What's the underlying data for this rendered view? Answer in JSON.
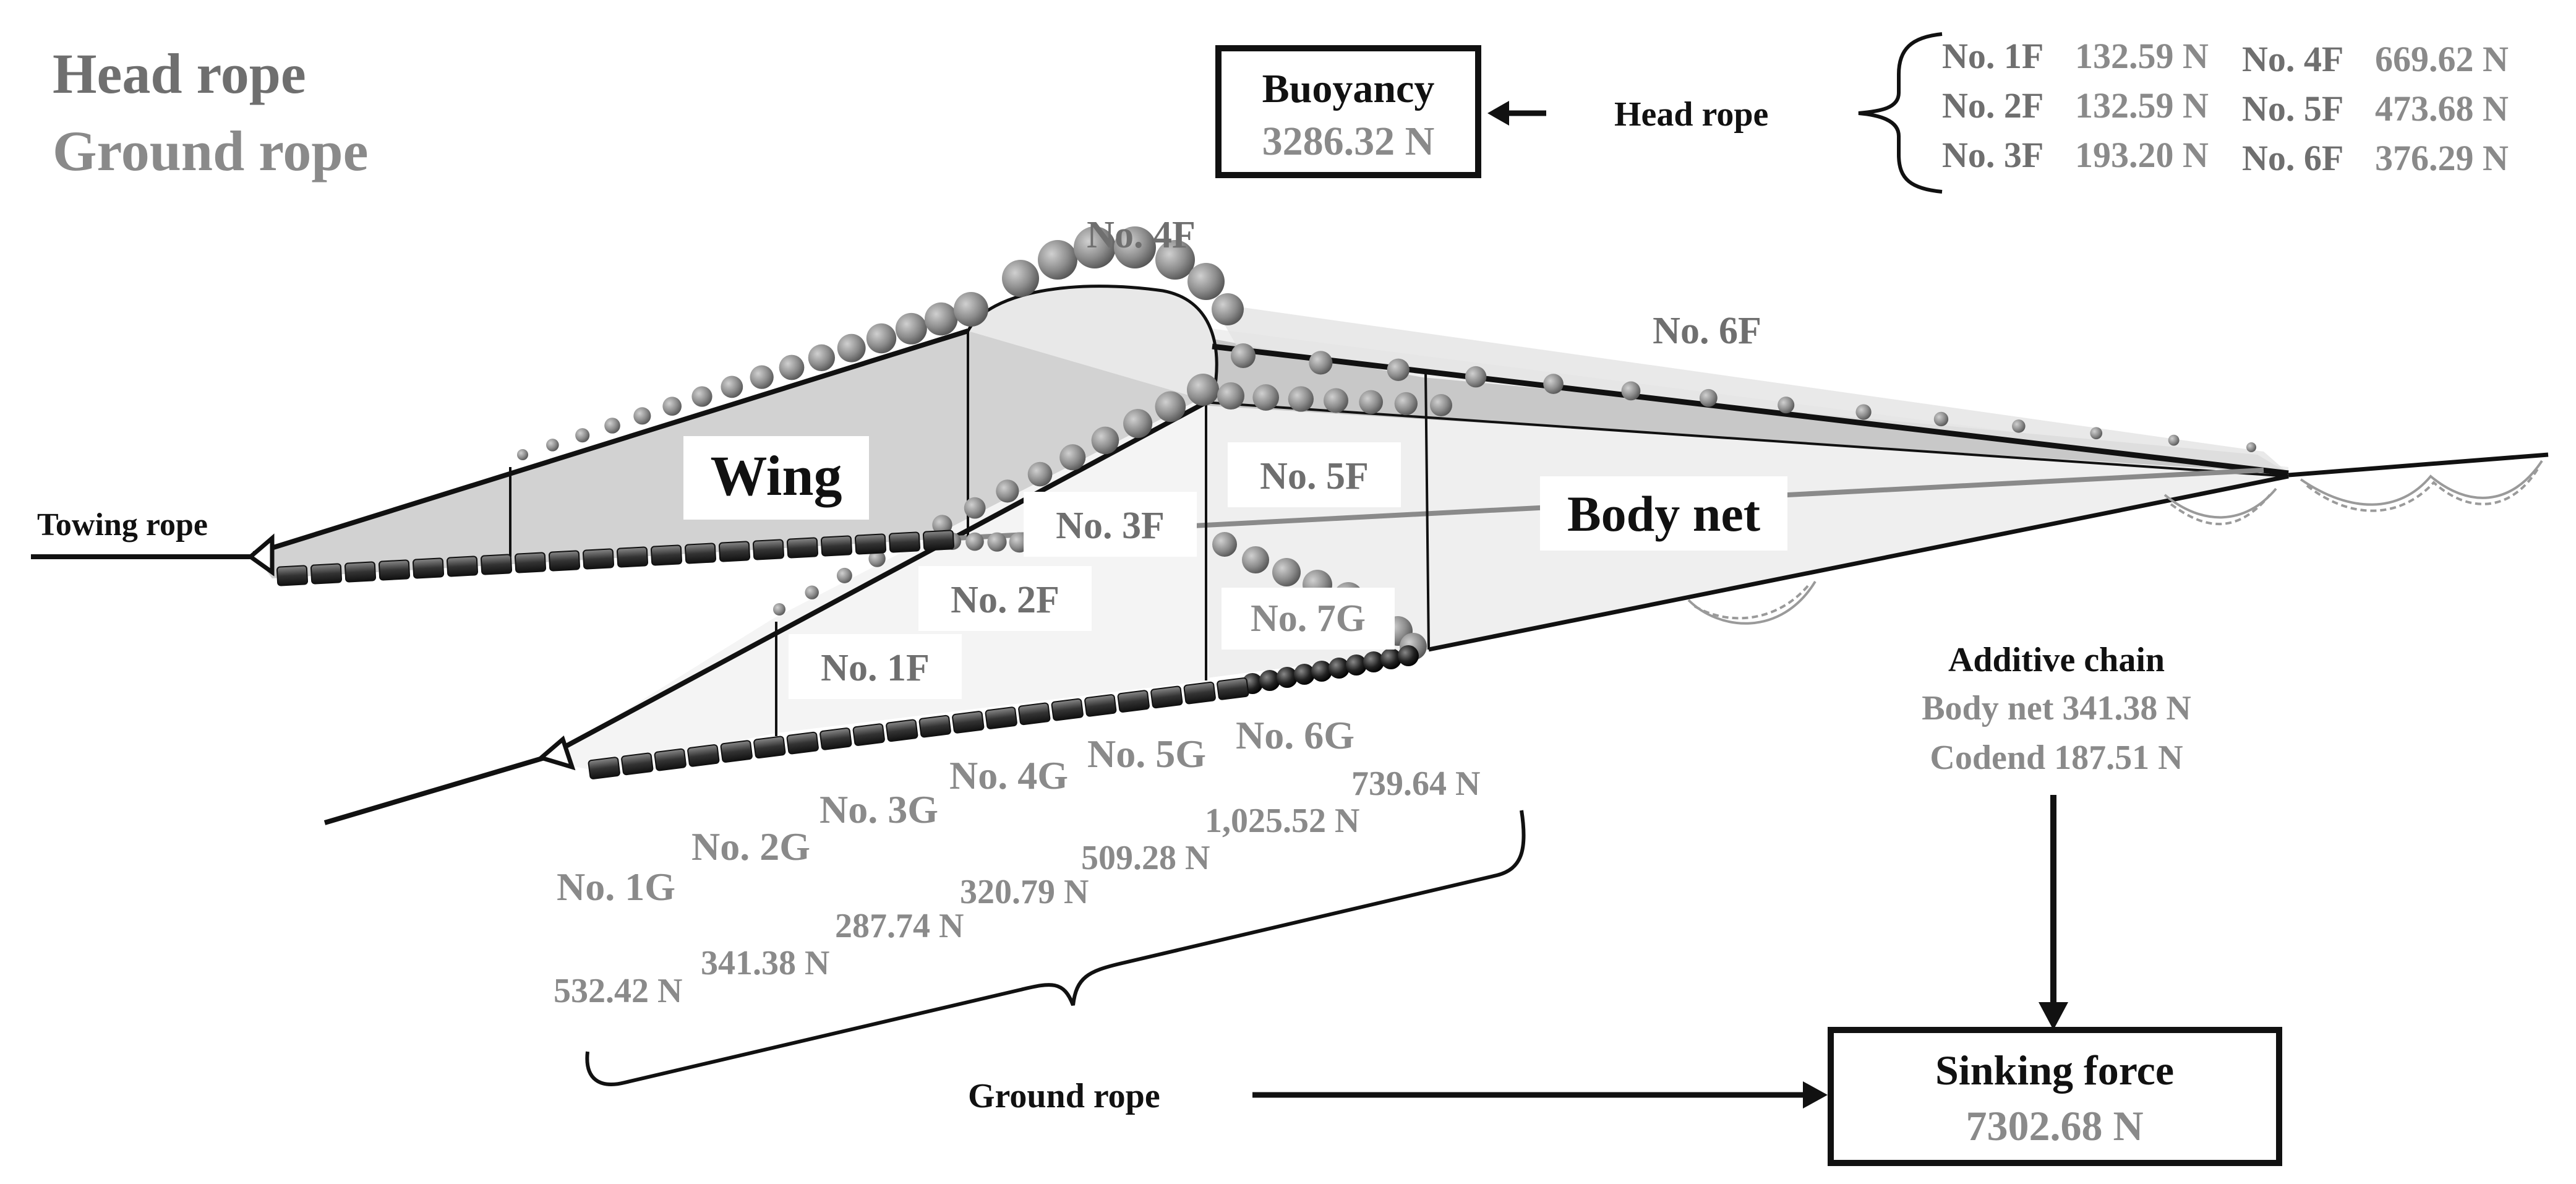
{
  "legend": {
    "head_rope": "Head rope",
    "ground_rope": "Ground rope"
  },
  "buoyancy": {
    "label": "Buoyancy",
    "value": "3286.32 N"
  },
  "head_rope_label": "Head rope",
  "floats": [
    {
      "id": "No. 1F",
      "value": "132.59 N"
    },
    {
      "id": "No. 2F",
      "value": "132.59 N"
    },
    {
      "id": "No. 3F",
      "value": "193.20 N"
    },
    {
      "id": "No. 4F",
      "value": "669.62 N"
    },
    {
      "id": "No. 5F",
      "value": "473.68 N"
    },
    {
      "id": "No. 6F",
      "value": "376.29 N"
    }
  ],
  "net_labels": {
    "towing_rope": "Towing rope",
    "wing": "Wing",
    "body_net": "Body net",
    "f1": "No. 1F",
    "f2": "No. 2F",
    "f3": "No. 3F",
    "f4": "No. 4F",
    "f5": "No. 5F",
    "f6": "No. 6F",
    "g7": "No. 7G"
  },
  "ground_sections": [
    {
      "id": "No. 1G",
      "value": "532.42 N"
    },
    {
      "id": "No. 2G",
      "value": "341.38 N"
    },
    {
      "id": "No. 3G",
      "value": "287.74 N"
    },
    {
      "id": "No. 4G",
      "value": "320.79 N"
    },
    {
      "id": "No. 5G",
      "value": "509.28 N"
    },
    {
      "id": "No. 6G",
      "value": "1,025.52 N"
    },
    {
      "id": "No. 7G",
      "value": "739.64 N"
    }
  ],
  "additive_chain": {
    "title": "Additive chain",
    "body_net": "Body net 341.38 N",
    "codend": "Codend 187.51 N"
  },
  "ground_rope_label": "Ground rope",
  "sinking_force": {
    "label": "Sinking force",
    "value": "7302.68 N"
  },
  "colors": {
    "value_gray": "#8a8a8a",
    "line": "#111111",
    "float": "#8c8c8c",
    "net_fill": "#d4d4d4"
  }
}
